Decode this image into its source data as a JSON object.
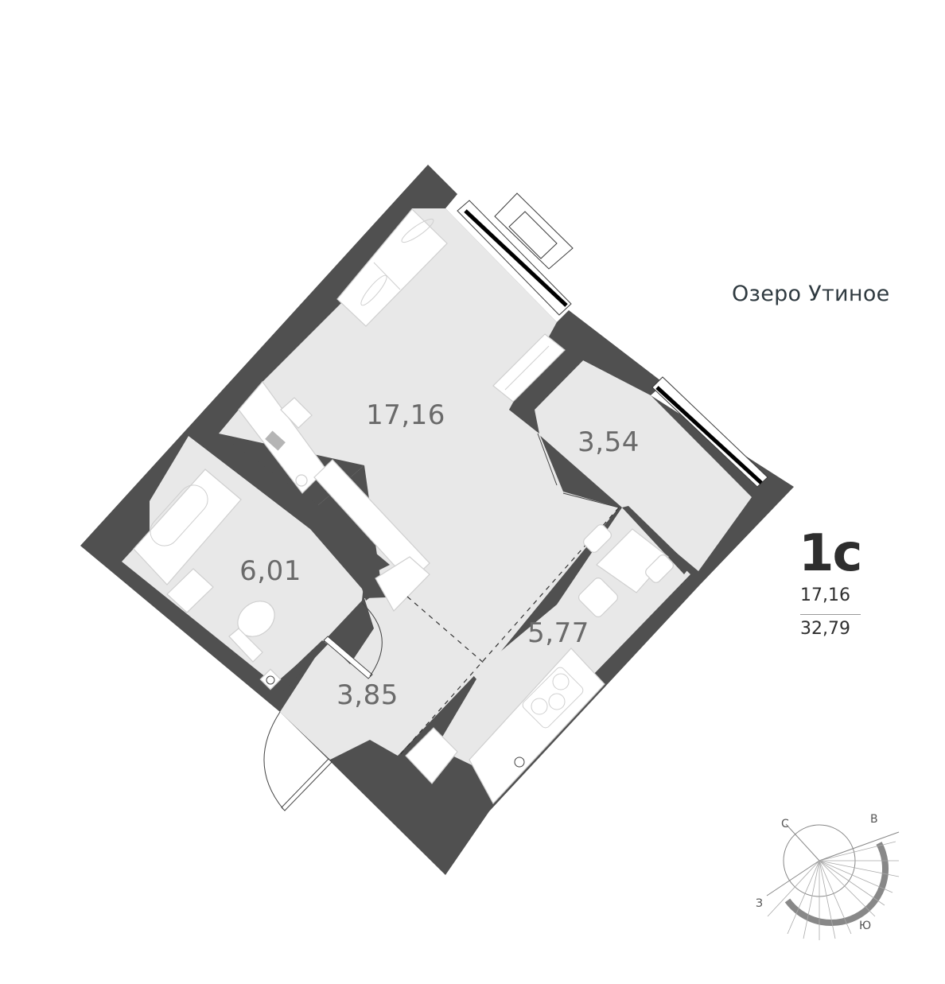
{
  "location_label": "Озеро Утиное",
  "apartment": {
    "type": "1с",
    "living_area": "17,16",
    "total_area": "32,79"
  },
  "rooms": [
    {
      "id": "living-room",
      "area": "17,16"
    },
    {
      "id": "balcony",
      "area": "3,54"
    },
    {
      "id": "bathroom",
      "area": "6,01"
    },
    {
      "id": "hallway",
      "area": "3,85"
    },
    {
      "id": "kitchen",
      "area": "5,77"
    }
  ],
  "compass": {
    "north": "С",
    "east": "В",
    "south": "Ю",
    "west": "З"
  },
  "colors": {
    "wall": "#505050",
    "room_fill": "#e8e8e8",
    "furniture": "#ffffff",
    "text": "#6a6a6a"
  }
}
